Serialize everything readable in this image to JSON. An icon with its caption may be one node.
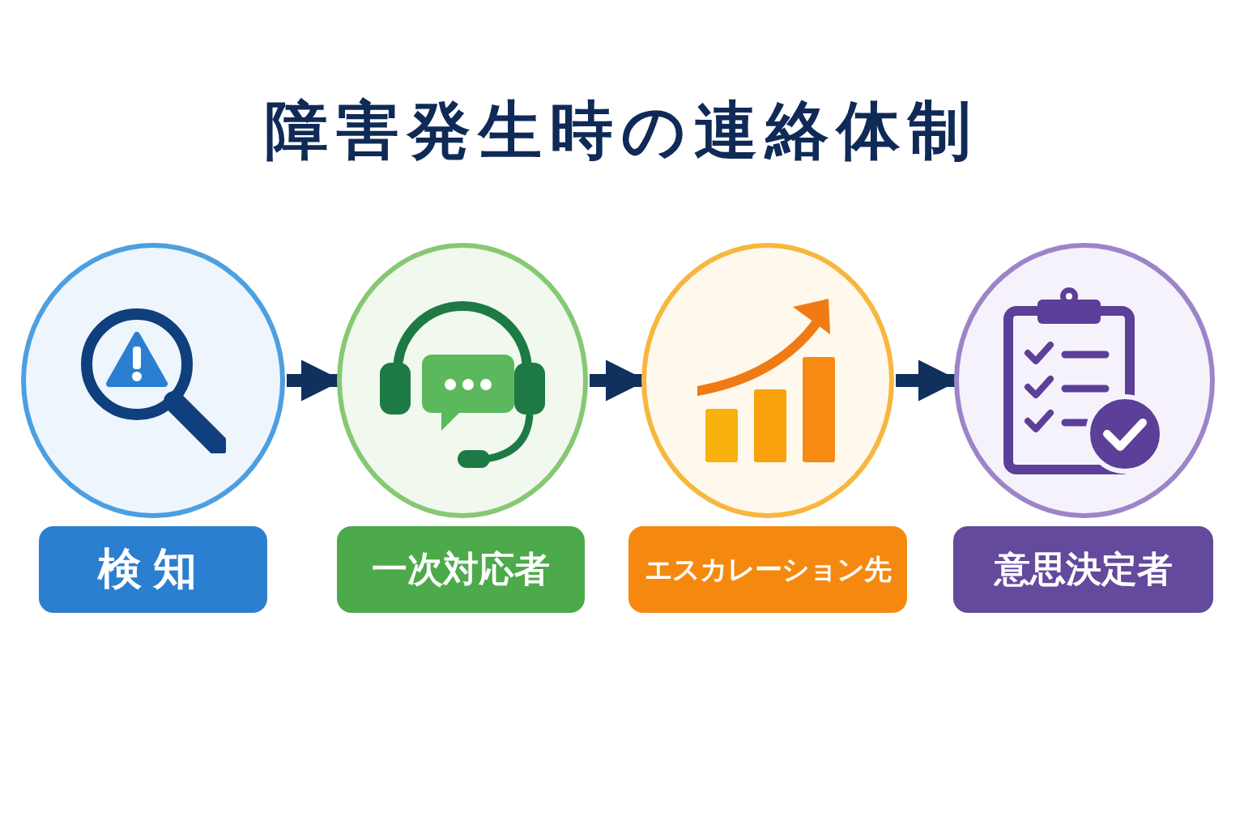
{
  "diagram": {
    "title": "障害発生時の連絡体制",
    "nodes": [
      {
        "text": [],
        "shape": "circle"
      },
      {
        "text": [],
        "shape": "circle"
      },
      {
        "text": [],
        "shape": "circle"
      },
      {
        "text": [],
        "shape": "circle"
      },
      {
        "text": [
          "検知"
        ]
      },
      {
        "text": [
          "一次対応者"
        ]
      },
      {
        "text": [
          "エスカレーション先"
        ]
      },
      {
        "text": [
          "意思決定者"
        ]
      }
    ],
    "edges": [
      {
        "from": 0,
        "to": 1,
        "arrow": "to"
      },
      {
        "from": 1,
        "to": 2,
        "arrow": "to"
      },
      {
        "from": 2,
        "to": 3,
        "arrow": "to"
      }
    ]
  }
}
